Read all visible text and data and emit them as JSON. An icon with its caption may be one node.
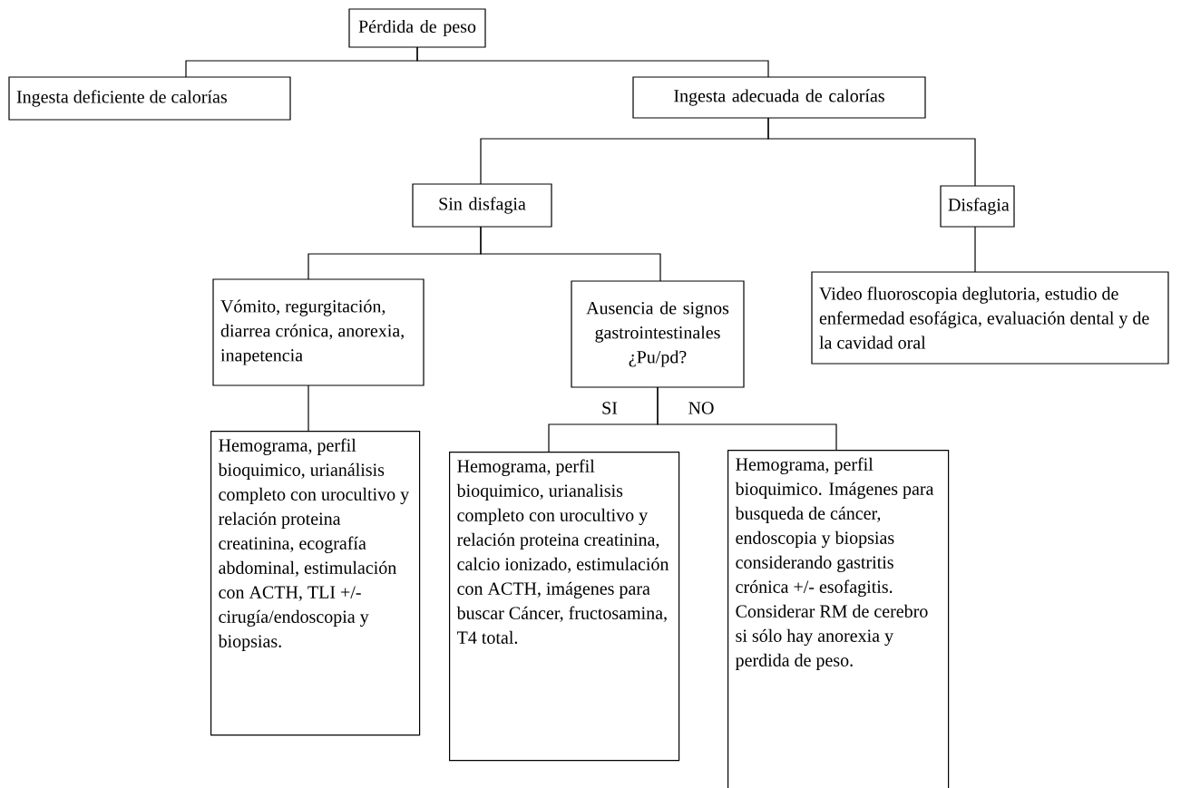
{
  "diagram": {
    "nodes": [
      {
        "text": [
          "Pérdida de peso"
        ]
      },
      {
        "text": [
          "Ingesta deficiente de calorías"
        ]
      },
      {
        "text": [
          "Ingesta adecuada de calorías"
        ]
      },
      {
        "text": [
          "Sin disfagia"
        ]
      },
      {
        "text": [
          "Disfagia"
        ]
      },
      {
        "text": [
          "Vómito, regurgitación, diarrea crónica, anorexia, inapetencia"
        ]
      },
      {
        "text": [
          "Ausencia de signos gastrointestinales ¿Pu/pd?"
        ]
      },
      {
        "text": [
          "Video fluoroscopia deglutoria, estudio de enfermedad esofágica, evaluación dental y de la cavidad oral"
        ]
      },
      {
        "text": [
          "Hemograma, perfil bioquimico, urianálisis completo con urocultivo y relación proteina creatinina, ecografía abdominal, estimulación con ACTH, TLI +/- cirugía/endoscopia y biopsias."
        ]
      },
      {
        "text": [
          "Hemograma, perfil bioquimico, urianalisis completo con urocultivo y relación proteina creatinina, calcio ionizado, estimulación con ACTH, imágenes para buscar Cáncer, fructosamina, T4 total."
        ]
      },
      {
        "text": [
          "Hemograma, perfil bioquimico. Imágenes para busqueda de cáncer, endoscopia y biopsias considerando gastritis crónica +/- esofagitis.",
          "Considerar RM de cerebro si sólo hay anorexia y perdida de peso."
        ]
      }
    ],
    "edges": [
      {
        "from": 0,
        "to": 1,
        "arrow": "none"
      },
      {
        "from": 0,
        "to": 2,
        "arrow": "none"
      },
      {
        "from": 2,
        "to": 3,
        "arrow": "none"
      },
      {
        "from": 2,
        "to": 4,
        "arrow": "none"
      },
      {
        "from": 3,
        "to": 5,
        "arrow": "none"
      },
      {
        "from": 3,
        "to": 6,
        "arrow": "none"
      },
      {
        "from": 4,
        "to": 7,
        "arrow": "none"
      },
      {
        "from": 5,
        "to": 8,
        "arrow": "none"
      },
      {
        "from": 6,
        "to": 9,
        "arrow": "none",
        "label": "SI"
      },
      {
        "from": 6,
        "to": 10,
        "arrow": "none",
        "label": "NO"
      }
    ]
  }
}
